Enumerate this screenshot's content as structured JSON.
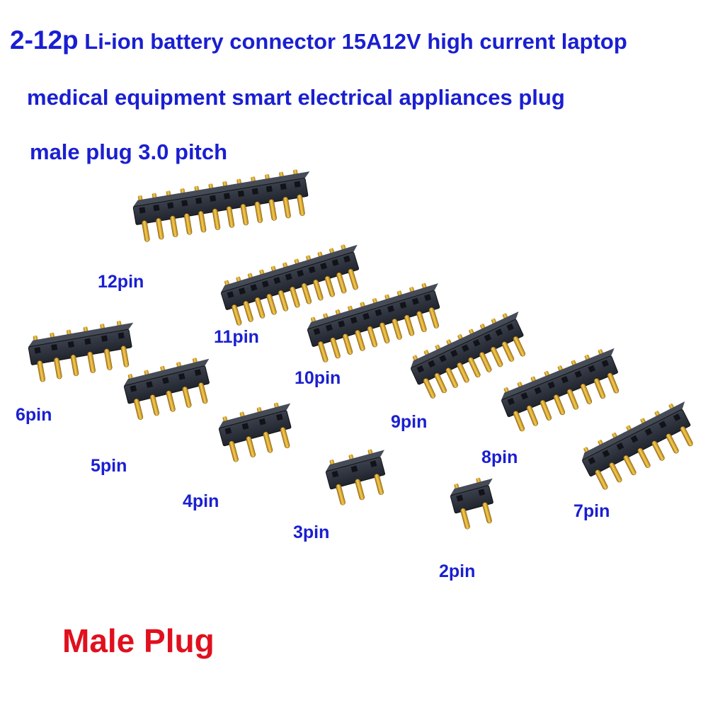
{
  "title": {
    "line1_prefix": "2-12p",
    "line1_rest": " Li-ion battery connector 15A12V high current laptop",
    "line2": "medical equipment smart electrical appliances plug",
    "line3": "male plug 3.0 pitch"
  },
  "connectors": [
    {
      "label": "12pin",
      "pins": 12
    },
    {
      "label": "11pin",
      "pins": 11
    },
    {
      "label": "10pin",
      "pins": 10
    },
    {
      "label": "9pin",
      "pins": 9
    },
    {
      "label": "8pin",
      "pins": 8
    },
    {
      "label": "7pin",
      "pins": 7
    },
    {
      "label": "6pin",
      "pins": 6
    },
    {
      "label": "5pin",
      "pins": 5
    },
    {
      "label": "4pin",
      "pins": 4
    },
    {
      "label": "3pin",
      "pins": 3
    },
    {
      "label": "2pin",
      "pins": 2
    }
  ],
  "caption": "Male Plug",
  "colors": {
    "text": "#1a1fd1",
    "caption": "#e0101e",
    "housing": "#1f2430",
    "pin": "#d9a520"
  }
}
